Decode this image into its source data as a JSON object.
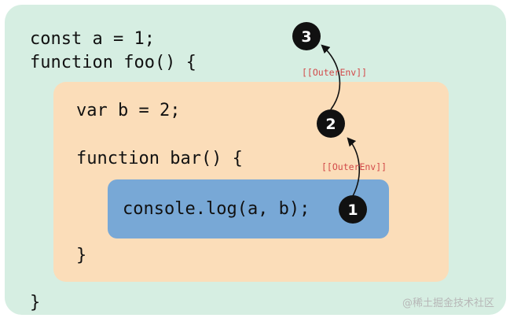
{
  "code": {
    "line1": "const a = 1;",
    "line2": "function foo() {",
    "line3": "var b = 2;",
    "line4": "function bar() {",
    "line5": "console.log(a, b);",
    "line6": "}",
    "line7": "}"
  },
  "scope_chain": {
    "nodes": [
      {
        "label": "1"
      },
      {
        "label": "2"
      },
      {
        "label": "3"
      }
    ],
    "links": [
      {
        "label": "[[OuterEnv]]"
      },
      {
        "label": "[[OuterEnv]]"
      }
    ]
  },
  "colors": {
    "global_scope": "#d6eee2",
    "foo_scope": "#fbddb9",
    "bar_scope": "#78a8d6",
    "node_fill": "#111111",
    "link_label": "#d24a4a"
  },
  "watermark": "@稀土掘金技术社区"
}
